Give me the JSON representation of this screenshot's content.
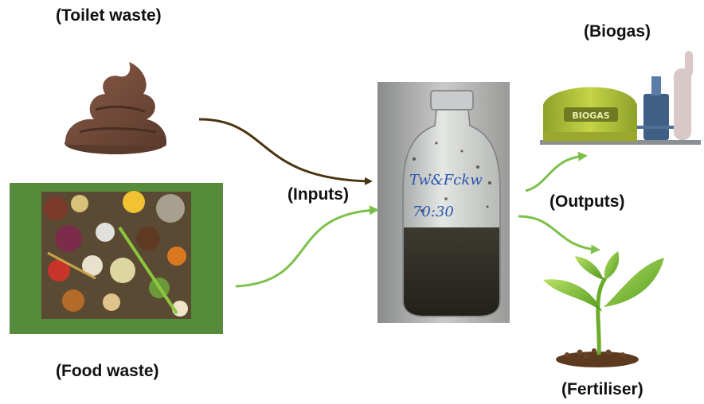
{
  "labels": {
    "toilet_waste": "(Toilet waste)",
    "food_waste": "(Food waste)",
    "inputs": "(Inputs)",
    "biogas": "(Biogas)",
    "outputs": "(Outputs)",
    "fertiliser": "(Fertiliser)"
  },
  "bottle": {
    "handwriting_line1": "Tw&Fckw",
    "handwriting_line2": "70:30"
  },
  "biogas_plant": {
    "dome_text": "BIOGAS"
  },
  "colors": {
    "toilet_arrow": "#4a3510",
    "green_arrow": "#7cc04b",
    "food_frame": "#558b3a",
    "poop": "#6b4636",
    "dome": "#b7c83a",
    "leaf": "#8cc63f"
  }
}
